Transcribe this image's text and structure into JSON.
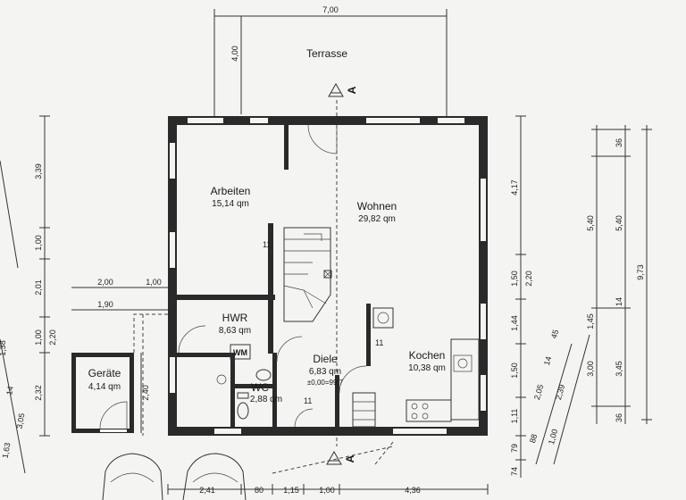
{
  "outdoor": {
    "terrace": "Terrasse"
  },
  "rooms": {
    "arbeiten": {
      "name": "Arbeiten",
      "area": "15,14 qm"
    },
    "wohnen": {
      "name": "Wohnen",
      "area": "29,82 qm"
    },
    "hwr": {
      "name": "HWR",
      "area": "8,63 qm"
    },
    "diele": {
      "name": "Diele",
      "area": "6,83 qm",
      "level": "±0,00=99,7"
    },
    "kochen": {
      "name": "Kochen",
      "area": "10,38 qm"
    },
    "wc": {
      "name": "WC",
      "area": "2,88 qm"
    },
    "geraete": {
      "name": "Geräte",
      "area": "4,14 qm"
    }
  },
  "labels": {
    "wm": "WM",
    "section_mark": "A",
    "stair_steps_1": "11",
    "stair_steps_2": "11",
    "stair_steps_3": "11"
  },
  "dimensions": {
    "top_width": "7,00",
    "terrace_depth": "4,00",
    "left_a": "3,39",
    "left_b": "1,00",
    "left_c": "2,01",
    "left_d": "1,00",
    "left_e": "2,20",
    "left_f": "2,32",
    "left_g": "1,38",
    "left_h": "3,05",
    "left_i": "1,63",
    "left_j": "14",
    "annex_w1": "2,00",
    "annex_w2": "1,00",
    "annex_w3": "1,90",
    "annex_h": "2,40",
    "right_a": "4,17",
    "right_b": "1,50",
    "right_c": "2,20",
    "right_d": "1,44",
    "right_e": "1,50",
    "right_f": "1,11",
    "right_g": "79",
    "right_h": "74",
    "far_a": "36",
    "far_b": "5,40",
    "far_c": "5,40",
    "far_d": "14",
    "far_e": "1,45",
    "far_f": "3,00",
    "far_g": "3,45",
    "far_h": "36",
    "far_i": "9,73",
    "diag_a": "2,05",
    "diag_b": "2,39",
    "diag_c": "1,00",
    "diag_d": "88",
    "diag_e": "14",
    "diag_f": "45",
    "bottom_a": "2,41",
    "bottom_b": "80",
    "bottom_c": "1,15",
    "bottom_d": "1,00",
    "bottom_e": "4,36"
  }
}
